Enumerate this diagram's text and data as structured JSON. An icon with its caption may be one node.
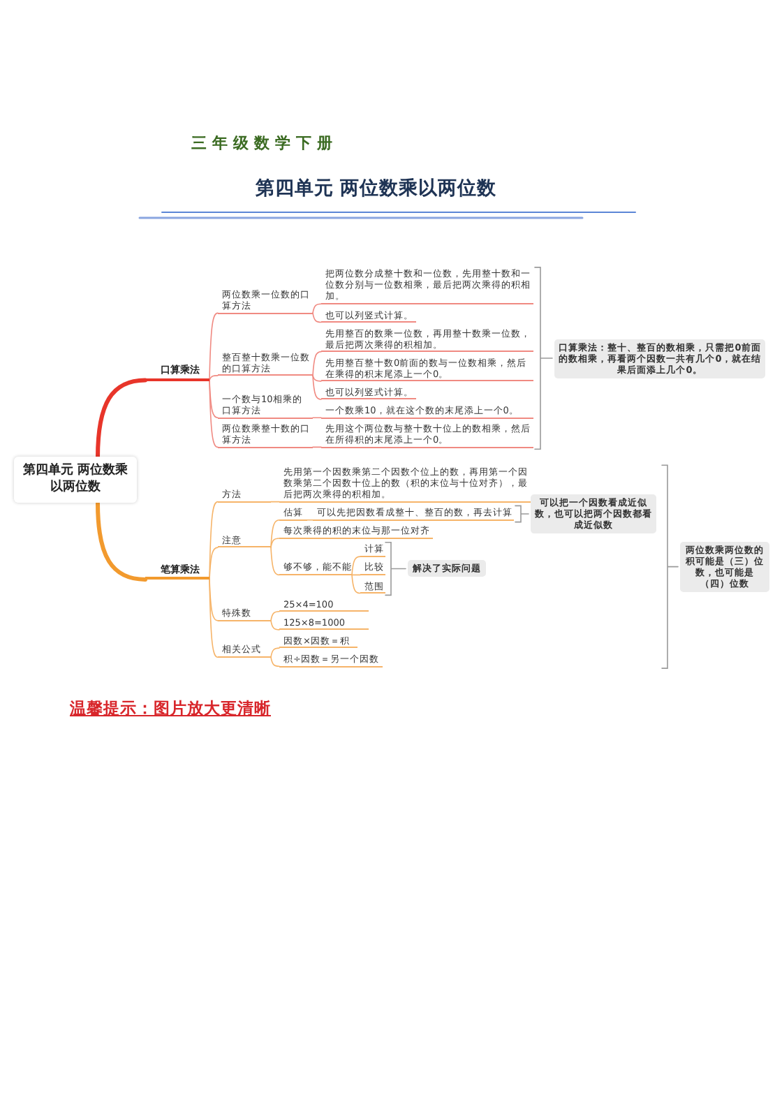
{
  "diagram": {
    "title": "第四单元 两位数乘以两位数",
    "nodes": [
      {
        "text": [
          "第四单元 两位数乘以两位数"
        ]
      },
      {
        "text": [
          "口算乘法"
        ]
      },
      {
        "text": [
          "两位数乘一位数的口算方法"
        ]
      },
      {
        "text": [
          "把两位数分成整十数和一位数，先用整十数和一位数分别与一位数相乘，最后把两次乘得的积相加。"
        ]
      },
      {
        "text": [
          "也可以列竖式计算。"
        ]
      },
      {
        "text": [
          "整百整十数乘一位数的口算方法"
        ]
      },
      {
        "text": [
          "先用整百的数乘一位数，再用整十数乘一位数，最后把两次乘得的积相加。"
        ]
      },
      {
        "text": [
          "先用整百整十数0前面的数与一位数相乘，然后在乘得的积末尾添上一个0。"
        ]
      },
      {
        "text": [
          "也可以列竖式计算。"
        ]
      },
      {
        "text": [
          "一个数与10相乘的口算方法"
        ]
      },
      {
        "text": [
          "一个数乘10，就在这个数的末尾添上一个0。"
        ]
      },
      {
        "text": [
          "两位数乘整十数的口算方法"
        ]
      },
      {
        "text": [
          "先用这个两位数与整十数十位上的数相乘，然后在所得积的末尾添上一个0。"
        ]
      },
      {
        "text": [
          "口算乘法：整十、整百的数相乘，只需把0前面的数相乘，再看两个因数一共有几个0，就在结果后面添上几个0。"
        ]
      },
      {
        "text": [
          "笔算乘法"
        ]
      },
      {
        "text": [
          "方法"
        ]
      },
      {
        "text": [
          "先用第一个因数乘第二个因数个位上的数，再用第一个因数乘第二个因数十位上的数（积的末位与十位对齐），最后把两次乘得的积相加。"
        ]
      },
      {
        "text": [
          "注意"
        ]
      },
      {
        "text": [
          "估算"
        ]
      },
      {
        "text": [
          "可以先把因数看成整十、整百的数，再去计算"
        ]
      },
      {
        "text": [
          "可以把一个因数看成近似数，也可以把两个因数都看成近似数"
        ]
      },
      {
        "text": [
          "每次乘得的积的末位与那一位对齐"
        ]
      },
      {
        "text": [
          "够不够，能不能"
        ]
      },
      {
        "text": [
          "计算"
        ]
      },
      {
        "text": [
          "比较"
        ]
      },
      {
        "text": [
          "范围"
        ]
      },
      {
        "text": [
          "解决了实际问题"
        ]
      },
      {
        "text": [
          "特殊数"
        ]
      },
      {
        "text": [
          "25×4=100"
        ]
      },
      {
        "text": [
          "125×8=1000"
        ]
      },
      {
        "text": [
          "相关公式"
        ]
      },
      {
        "text": [
          "因数×因数＝积"
        ]
      },
      {
        "text": [
          "积÷因数＝另一个因数"
        ]
      },
      {
        "text": [
          "两位数乘两位数的积可能是（三）位数，也可能是（四）位数"
        ]
      }
    ],
    "edges": [
      {
        "from": 0,
        "to": 1,
        "arrow": "none",
        "style": "thick",
        "color": "#e8352a"
      },
      {
        "from": 1,
        "to": 2,
        "arrow": "none",
        "color": "#f08a82"
      },
      {
        "from": 2,
        "to": 3,
        "arrow": "none",
        "color": "#f08a82"
      },
      {
        "from": 2,
        "to": 4,
        "arrow": "none",
        "color": "#f08a82"
      },
      {
        "from": 1,
        "to": 5,
        "arrow": "none",
        "color": "#f08a82"
      },
      {
        "from": 5,
        "to": 6,
        "arrow": "none",
        "color": "#f08a82"
      },
      {
        "from": 5,
        "to": 7,
        "arrow": "none",
        "color": "#f08a82"
      },
      {
        "from": 5,
        "to": 8,
        "arrow": "none",
        "color": "#f08a82"
      },
      {
        "from": 1,
        "to": 9,
        "arrow": "none",
        "color": "#f08a82"
      },
      {
        "from": 9,
        "to": 10,
        "arrow": "none",
        "color": "#f08a82"
      },
      {
        "from": 1,
        "to": 11,
        "arrow": "none",
        "color": "#f08a82"
      },
      {
        "from": 11,
        "to": 12,
        "arrow": "none",
        "color": "#f08a82"
      },
      {
        "from": 0,
        "to": 14,
        "arrow": "none",
        "style": "thick",
        "color": "#f29a2e"
      },
      {
        "from": 14,
        "to": 15,
        "arrow": "none"
      },
      {
        "from": 15,
        "to": 16,
        "arrow": "none"
      },
      {
        "from": 14,
        "to": 17,
        "arrow": "none"
      },
      {
        "from": 17,
        "to": 18,
        "arrow": "none"
      },
      {
        "from": 18,
        "to": 19,
        "arrow": "none"
      },
      {
        "from": 17,
        "to": 21,
        "arrow": "none"
      },
      {
        "from": 17,
        "to": 22,
        "arrow": "none"
      },
      {
        "from": 22,
        "to": 23,
        "arrow": "none"
      },
      {
        "from": 22,
        "to": 24,
        "arrow": "none"
      },
      {
        "from": 22,
        "to": 25,
        "arrow": "none"
      },
      {
        "from": 14,
        "to": 27,
        "arrow": "none"
      },
      {
        "from": 27,
        "to": 28,
        "arrow": "none"
      },
      {
        "from": 27,
        "to": 29,
        "arrow": "none"
      },
      {
        "from": 14,
        "to": 30,
        "arrow": "none"
      },
      {
        "from": 30,
        "to": 31,
        "arrow": "none"
      },
      {
        "from": 30,
        "to": 32,
        "arrow": "none"
      }
    ],
    "labels": [
      "三年级数学下册",
      "温馨提示：图片放大更清晰"
    ]
  }
}
